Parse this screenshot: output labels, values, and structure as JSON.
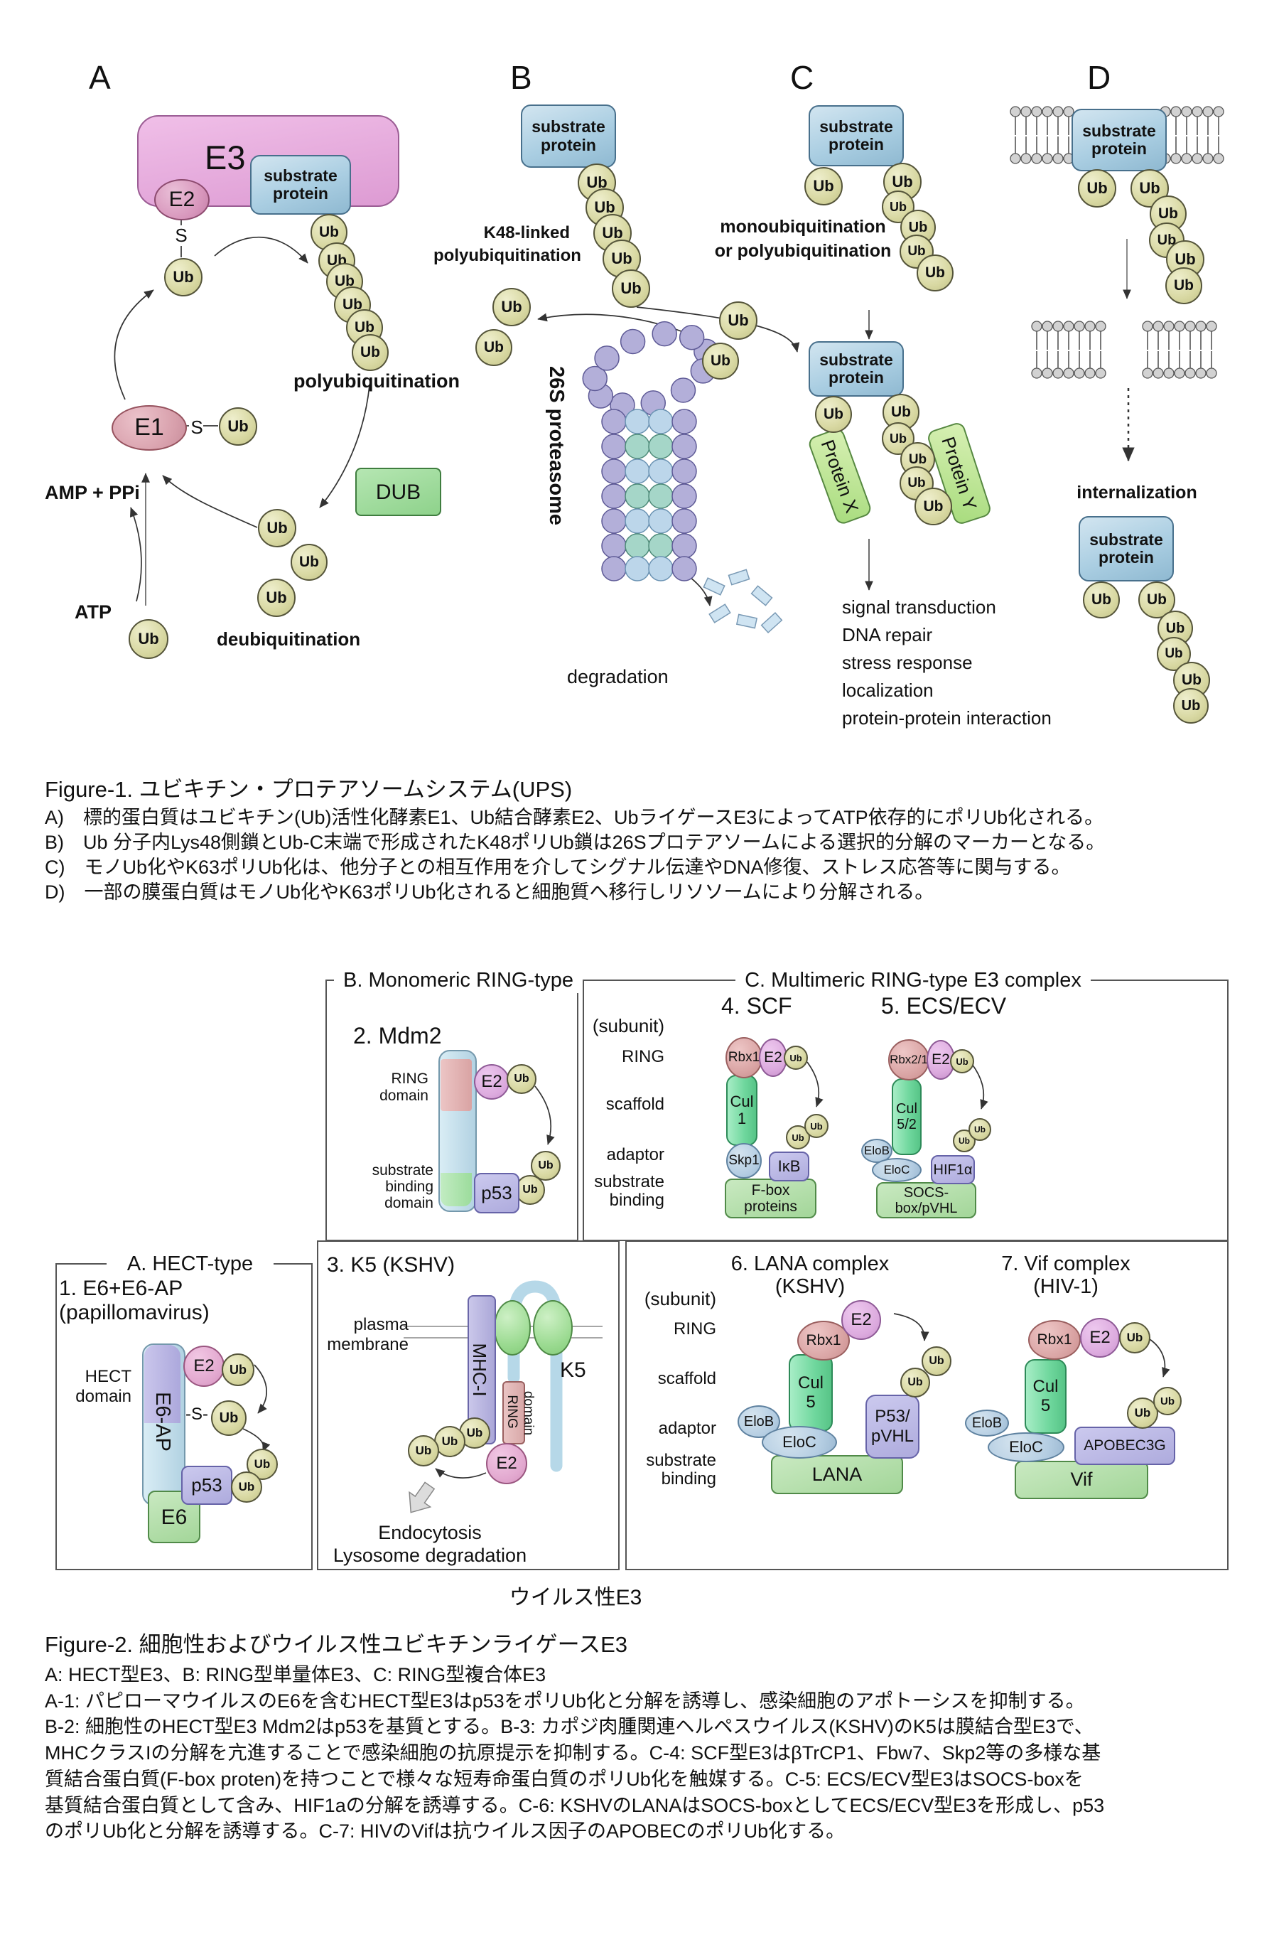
{
  "labels": {
    "ub": "Ub"
  },
  "colors": {
    "ubiquitin": "#d8d8a2",
    "substrate_blue": "#aacee2",
    "e3_pink": "#dd9bd3",
    "enzyme_rose": "#d795bb",
    "dub_green": "#8ed28b",
    "protein_green": "#a8dc7e",
    "proteasome_lavender": "#b3afd9",
    "cullin_green": "#6fd79d",
    "rbx_pink": "#d9a3a3",
    "adaptor_blue": "#b4cde2",
    "substrate_periwinkle": "#aeabdd",
    "complex_green": "#a3d699"
  },
  "figure1": {
    "panel_a": {
      "label": "A",
      "e3": "E3",
      "e2": "E2",
      "e1": "E1",
      "s": "S",
      "substrate": "substrate protein",
      "polyubiquitination": "polyubiquitination",
      "amp_ppi": "AMP + PPi",
      "atp": "ATP",
      "dub": "DUB",
      "deubiquitination": "deubiquitination"
    },
    "panel_b": {
      "label": "B",
      "substrate": "substrate protein",
      "k48": "K48-linked\npolyubiquitination",
      "proteasome_26s": "26S proteasome",
      "degradation": "degradation"
    },
    "panel_c": {
      "label": "C",
      "substrate": "substrate protein",
      "mono_or_poly": "monoubiquitination\nor polyubiquitination",
      "protein_x": "Protein X",
      "protein_y": "Protein Y",
      "outcomes": [
        "signal transduction",
        "DNA repair",
        "stress response",
        "localization",
        "protein-protein interaction"
      ]
    },
    "panel_d": {
      "label": "D",
      "substrate": "substrate protein",
      "internalization": "internalization"
    },
    "caption": {
      "title": "Figure-1. ユビキチン・プロテアソームシステム(UPS)",
      "lines": [
        "A)　標的蛋白質はユビキチン(Ub)活性化酵素E1、Ub結合酵素E2、UbライゲースE3によってATP依存的にポリUb化される。",
        "B)　Ub 分子内Lys48側鎖とUb-C末端で形成されたK48ポリUb鎖は26Sプロテアソームによる選択的分解のマーカーとなる。",
        "C)　モノUb化やK63ポリUb化は、他分子との相互作用を介してシグナル伝達やDNA修復、ストレス応答等に関与する。",
        "D)　一部の膜蛋白質はモノUb化やK63ポリUb化されると細胞質へ移行しリソソームにより分解される。"
      ]
    }
  },
  "figure2": {
    "section_a": {
      "title": "A. HECT-type",
      "item": "1.  E6+E6-AP\n(papillomavirus)",
      "hect_domain": "HECT\ndomain",
      "e6ap": "E6-AP",
      "e2": "E2",
      "s": "-S-",
      "p53": "p53",
      "e6": "E6"
    },
    "section_b": {
      "title": "B. Monomeric RING-type",
      "item": "2. Mdm2",
      "ring_domain": "RING\ndomain",
      "substrate_binding_domain": "substrate\nbinding\ndomain",
      "e2": "E2",
      "p53": "p53"
    },
    "section_k5": {
      "item": "3. K5 (KSHV)",
      "plasma_membrane": "plasma\nmembrane",
      "mhc1": "MHC-I",
      "k5": "K5",
      "ring_domain": "RING",
      "ring_domain2": "domain",
      "e2": "E2",
      "endocytosis": "Endocytosis",
      "lysosome": "Lysosome degradation"
    },
    "section_c": {
      "title": "C. Multimeric RING-type E3 complex",
      "subunit": "(subunit)",
      "ring": "RING",
      "scaffold": "scaffold",
      "adaptor": "adaptor",
      "substrate_binding": "substrate\nbinding",
      "scf": {
        "item": "4. SCF",
        "rbx1": "Rbx1",
        "e2": "E2",
        "cul1": "Cul\n1",
        "skp1": "Skp1",
        "ikb": "IκB",
        "fbox": "F-box proteins"
      },
      "ecs": {
        "item": "5. ECS/ECV",
        "rbx21": "Rbx2/1",
        "e2": "E2",
        "cul52": "Cul\n5/2",
        "elob": "EloB",
        "eloc": "EloC",
        "hif1a": "HIF1α",
        "socs": "SOCS-box/pVHL"
      },
      "lana": {
        "item": "6. LANA complex\n(KSHV)",
        "rbx1": "Rbx1",
        "e2": "E2",
        "cul5": "Cul\n5",
        "elob": "EloB",
        "eloc": "EloC",
        "p53pvhl": "P53/\npVHL",
        "lana": "LANA"
      },
      "vif": {
        "item": "7. Vif complex\n(HIV-1)",
        "rbx1": "Rbx1",
        "e2": "E2",
        "cul5": "Cul\n5",
        "elob": "EloB",
        "eloc": "EloC",
        "apobec3g": "APOBEC3G",
        "vif": "Vif"
      }
    },
    "viral_label": "ウイルス性E3",
    "caption": {
      "title": "Figure-2. 細胞性およびウイルス性ユビキチンライゲースE3",
      "lines": [
        "A: HECT型E3、B: RING型単量体E3、C: RING型複合体E3",
        "A-1: パピローマウイルスのE6を含むHECT型E3はp53をポリUb化と分解を誘導し、感染細胞のアポトーシスを抑制する。",
        "B-2: 細胞性のHECT型E3 Mdm2はp53を基質とする。B-3: カポジ肉腫関連ヘルペスウイルス(KSHV)のK5は膜結合型E3で、",
        "MHCクラスIの分解を亢進することで感染細胞の抗原提示を抑制する。C-4: SCF型E3はβTrCP1、Fbw7、Skp2等の多様な基",
        "質結合蛋白質(F-box proten)を持つことで様々な短寿命蛋白質のポリUb化を触媒する。C-5: ECS/ECV型E3はSOCS-boxを",
        "基質結合蛋白質として含み、HIF1aの分解を誘導する。C-6: KSHVのLANAはSOCS-boxとしてECS/ECV型E3を形成し、p53",
        "のポリUb化と分解を誘導する。C-7: HIVのVifは抗ウイルス因子のAPOBECのポリUb化する。"
      ]
    }
  }
}
